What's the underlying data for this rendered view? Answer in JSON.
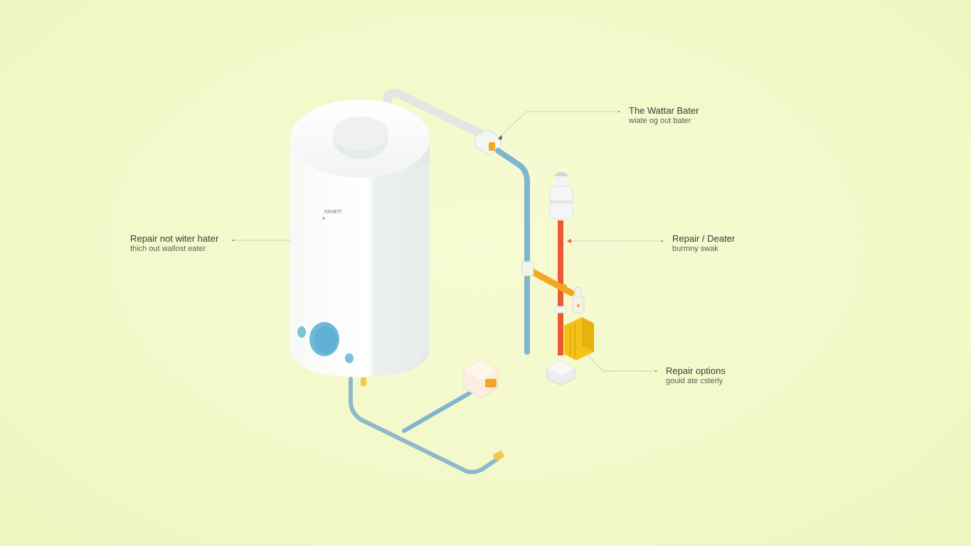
{
  "tank": {
    "brand_label": "FAHETI"
  },
  "callouts": [
    {
      "title": "The Wattar Bater",
      "subtitle": "wiate og out bater"
    },
    {
      "title": "Repair not witer hater",
      "subtitle": "thich out wallost eater"
    },
    {
      "title": "Repair / Deater",
      "subtitle": "burmny swak"
    },
    {
      "title": "Repair options",
      "subtitle": "gouid ate csterly"
    }
  ],
  "colors": {
    "background": "#f3f9cb",
    "tank": "#ffffff",
    "cold_pipe": "#7fb6cf",
    "hot_pipe": "#ec5a35",
    "fitting": "#f2a623",
    "gas_valve": "#f5c318",
    "vent_pipe": "#e4e8e6"
  }
}
